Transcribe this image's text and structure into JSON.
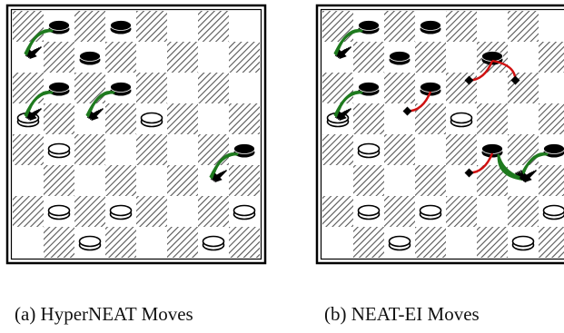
{
  "figure": {
    "captions": {
      "a": "(a) HyperNEAT Moves",
      "b": "(b) NEAT-EI Moves"
    }
  },
  "boards": [
    {
      "id": "a",
      "black_pieces": [
        [
          0,
          1
        ],
        [
          0,
          3
        ],
        [
          1,
          2
        ],
        [
          2,
          1
        ],
        [
          2,
          3
        ],
        [
          4,
          7
        ]
      ],
      "white_pieces": [
        [
          3,
          0
        ],
        [
          3,
          4
        ],
        [
          4,
          1
        ],
        [
          6,
          1
        ],
        [
          6,
          3
        ],
        [
          6,
          7
        ],
        [
          7,
          2
        ],
        [
          7,
          6
        ]
      ],
      "green_moves": [
        {
          "from": [
            0,
            1
          ],
          "to": [
            1,
            0
          ]
        },
        {
          "from": [
            2,
            1
          ],
          "to": [
            3,
            0
          ]
        },
        {
          "from": [
            2,
            3
          ],
          "to": [
            3,
            2
          ]
        },
        {
          "from": [
            4,
            7
          ],
          "to": [
            5,
            6
          ]
        }
      ],
      "red_moves": []
    },
    {
      "id": "b",
      "black_pieces": [
        [
          0,
          1
        ],
        [
          0,
          3
        ],
        [
          1,
          2
        ],
        [
          1,
          5
        ],
        [
          2,
          1
        ],
        [
          2,
          3
        ],
        [
          4,
          5
        ],
        [
          4,
          7
        ]
      ],
      "white_pieces": [
        [
          3,
          0
        ],
        [
          3,
          4
        ],
        [
          4,
          1
        ],
        [
          6,
          1
        ],
        [
          6,
          3
        ],
        [
          6,
          7
        ],
        [
          7,
          2
        ],
        [
          7,
          6
        ]
      ],
      "green_moves": [
        {
          "from": [
            0,
            1
          ],
          "to": [
            1,
            0
          ]
        },
        {
          "from": [
            2,
            1
          ],
          "to": [
            3,
            0
          ]
        },
        {
          "from": [
            4,
            7
          ],
          "to": [
            5,
            6
          ]
        },
        {
          "from": [
            4,
            5
          ],
          "to": [
            5,
            6
          ]
        }
      ],
      "red_moves": [
        {
          "from": [
            1,
            5
          ],
          "to": [
            2,
            4
          ]
        },
        {
          "from": [
            1,
            5
          ],
          "to": [
            2,
            6
          ]
        },
        {
          "from": [
            2,
            3
          ],
          "to": [
            3,
            2
          ]
        },
        {
          "from": [
            4,
            5
          ],
          "to": [
            5,
            4
          ]
        }
      ]
    }
  ],
  "colors": {
    "hatch": "#555555",
    "green_arrow": "#1e7a1e",
    "red_arrow": "#d01010",
    "black_piece": "#000000",
    "white_piece": "#ffffff"
  }
}
